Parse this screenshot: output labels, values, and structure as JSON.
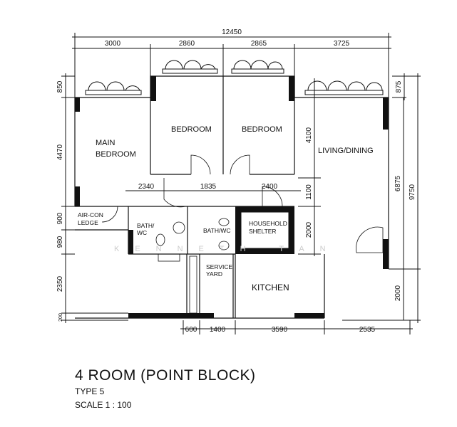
{
  "plan": {
    "title": "4 ROOM (POINT BLOCK)",
    "type": "TYPE 5",
    "scale": "SCALE 1 : 100",
    "watermark": "KENNETH TAN",
    "rooms": {
      "main_bedroom_1": "MAIN",
      "main_bedroom_2": "BEDROOM",
      "bedroom_a": "BEDROOM",
      "bedroom_b": "BEDROOM",
      "living": "LIVING/DINING",
      "aircon_1": "AIR-CON",
      "aircon_2": "LEDGE",
      "bath1_1": "BATH/",
      "bath1_2": "WC",
      "bath2": "BATH/WC",
      "shelter_1": "HOUSEHOLD",
      "shelter_2": "SHELTER",
      "yard_1": "SERVICE",
      "yard_2": "YARD",
      "kitchen": "KITCHEN"
    },
    "dims": {
      "total_width": "12450",
      "top": [
        "3000",
        "2860",
        "2865",
        "3725"
      ],
      "left": [
        "850",
        "4470",
        "900",
        "980",
        "2350",
        "200"
      ],
      "middle": [
        "2340",
        "1835",
        "2400"
      ],
      "inner_right": [
        "4100",
        "1100",
        "2000"
      ],
      "right": [
        "875",
        "6875",
        "9750",
        "2000"
      ],
      "bottom": [
        "600",
        "1400",
        "3590",
        "2535"
      ]
    }
  }
}
